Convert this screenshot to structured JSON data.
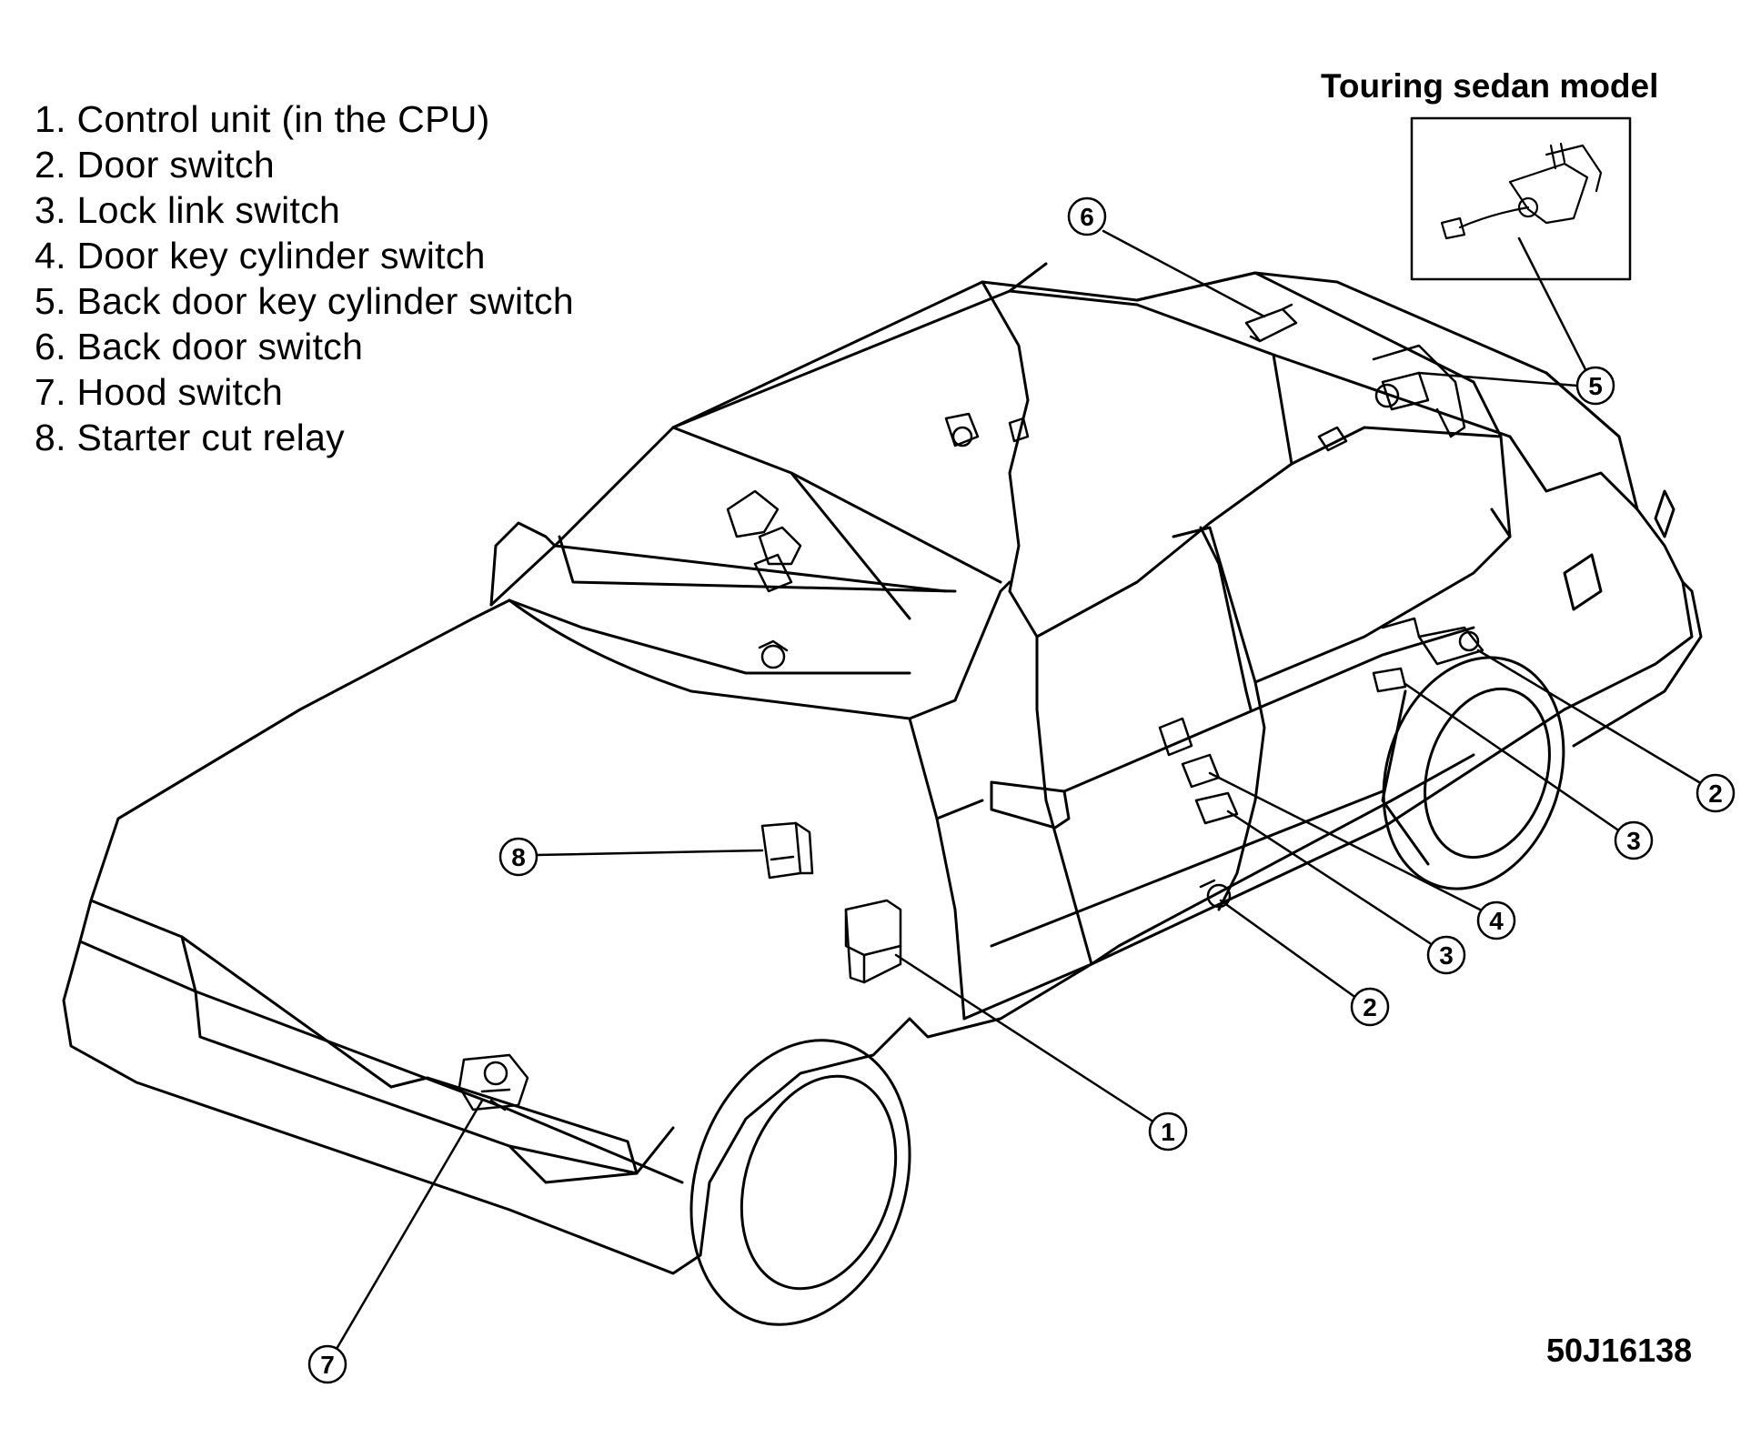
{
  "legend": {
    "items": [
      {
        "num": "1",
        "label": "1. Control unit (in the CPU)"
      },
      {
        "num": "2",
        "label": "2. Door switch"
      },
      {
        "num": "3",
        "label": "3. Lock link switch"
      },
      {
        "num": "4",
        "label": "4. Door key cylinder switch"
      },
      {
        "num": "5",
        "label": "5. Back door key cylinder switch"
      },
      {
        "num": "6",
        "label": "6. Back door switch"
      },
      {
        "num": "7",
        "label": "7. Hood switch"
      },
      {
        "num": "8",
        "label": "8. Starter cut relay"
      }
    ]
  },
  "inset": {
    "title": "Touring sedan model"
  },
  "callouts": [
    {
      "id": "c1",
      "num": "1"
    },
    {
      "id": "c2a",
      "num": "2"
    },
    {
      "id": "c2b",
      "num": "2"
    },
    {
      "id": "c3a",
      "num": "3"
    },
    {
      "id": "c3b",
      "num": "3"
    },
    {
      "id": "c4",
      "num": "4"
    },
    {
      "id": "c5",
      "num": "5"
    },
    {
      "id": "c6",
      "num": "6"
    },
    {
      "id": "c7",
      "num": "7"
    },
    {
      "id": "c8",
      "num": "8"
    }
  ],
  "figure_code": "50J16138",
  "colors": {
    "ink": "#000000",
    "paper": "#ffffff"
  }
}
